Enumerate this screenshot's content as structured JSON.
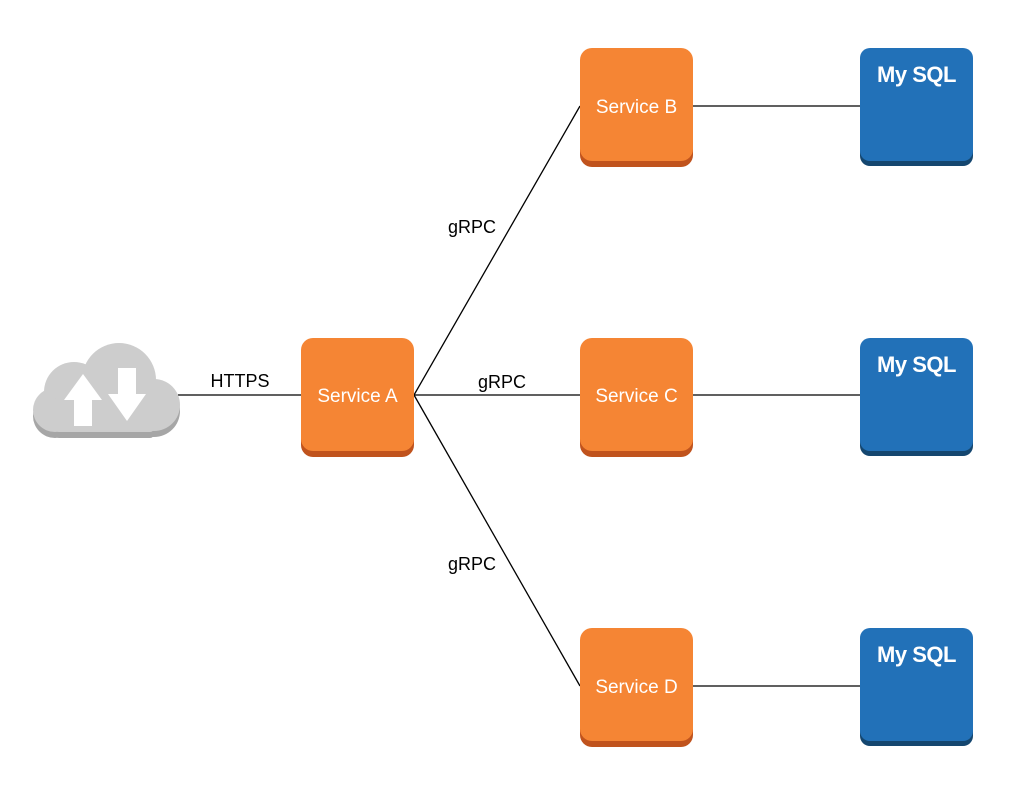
{
  "diagram": {
    "colors": {
      "service": "#f58534",
      "service_shadow": "#c0531d",
      "database": "#2271b8",
      "database_shadow": "#14466f",
      "cloud": "#cdcdcd",
      "cloud_shadow": "#a6a6a6",
      "line": "#000000"
    },
    "client": {
      "icon": "cloud-upload-download-icon"
    },
    "services": {
      "a": "Service A",
      "b": "Service B",
      "c": "Service C",
      "d": "Service D"
    },
    "databases": {
      "b": "My SQL",
      "c": "My SQL",
      "d": "My SQL"
    },
    "edges": {
      "client_to_a": "HTTPS",
      "a_to_b": "gRPC",
      "a_to_c": "gRPC",
      "a_to_d": "gRPC"
    }
  }
}
